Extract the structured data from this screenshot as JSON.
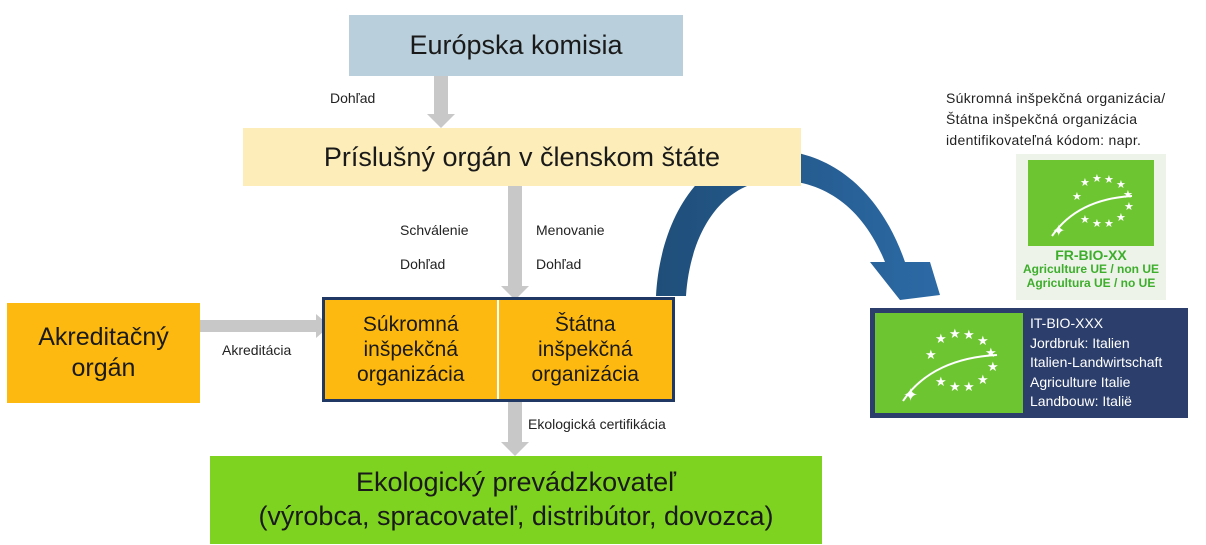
{
  "diagram": {
    "european_commission": "Európska komisia",
    "competent_authority": "Príslušný orgán v členskom štáte",
    "accreditation_body": [
      "Akreditačný",
      "orgán"
    ],
    "private_body": [
      "Súkromná",
      "inšpekčná",
      "organizácia"
    ],
    "state_body": [
      "Štátna",
      "inšpekčná",
      "organizácia"
    ],
    "operator": [
      "Ekologický prevádzkovateľ",
      "(výrobca, spracovateľ, distribútor, dovozca)"
    ],
    "edge_labels": {
      "supervision_top": "Dohľad",
      "approval": "Schválenie",
      "supervision_left": "Dohľad",
      "appointment": "Menovanie",
      "supervision_right": "Dohľad",
      "accreditation": "Akreditácia",
      "certification": "Ekologická certifikácia"
    },
    "note": [
      "Súkromná inšpekčná organizácia/",
      "Štátna inšpekčná organizácia",
      "identifikovateľná kódom: napr."
    ]
  },
  "logo_fr": {
    "code": "FR-BIO-XX",
    "line1": "Agriculture UE / non UE",
    "line2": "Agricultura UE / no UE"
  },
  "logo_it": {
    "lines": [
      "IT-BIO-XXX",
      "Jordbruk: Italien",
      "Italien-Landwirtschaft",
      "Agriculture Italie",
      "Landbouw: Italië"
    ]
  },
  "colors": {
    "commission": "#b9cfdb",
    "authority": "#fdeeb9",
    "orange": "#fdb90f",
    "operator": "#7ed321",
    "arrow_gray": "#c8c8c8",
    "curve_blue": "#1f4e79",
    "eu_green": "#6ec532"
  }
}
